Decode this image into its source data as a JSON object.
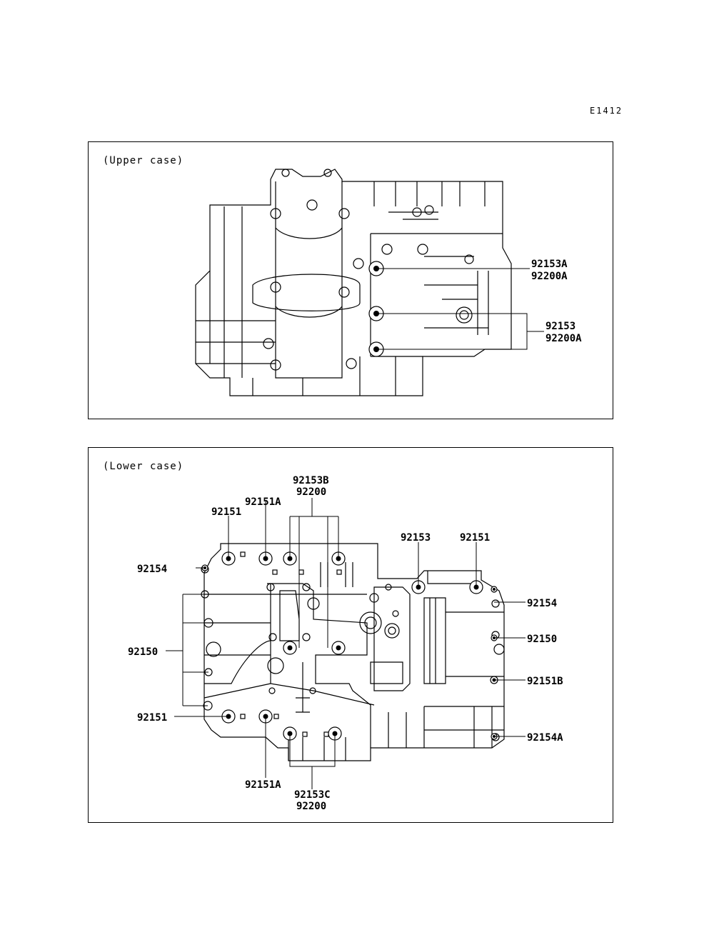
{
  "diagram_code": "E1412",
  "upper_case": {
    "title": "(Upper case)",
    "labels": {
      "l1": "92153A",
      "l2": "92200A",
      "l3": "92153",
      "l4": "92200A"
    }
  },
  "lower_case": {
    "title": "(Lower case)",
    "labels": {
      "top_92153b": "92153B",
      "top_92200": "92200",
      "top_92151a": "92151A",
      "top_92151": "92151",
      "left_92154": "92154",
      "left_92150": "92150",
      "left_92151": "92151",
      "right_92153": "92153",
      "right_92151": "92151",
      "right_92154": "92154",
      "right_92150": "92150",
      "right_92151b": "92151B",
      "right_92154a": "92154A",
      "bottom_92151a": "92151A",
      "bottom_92153c": "92153C",
      "bottom_92200": "92200"
    }
  }
}
